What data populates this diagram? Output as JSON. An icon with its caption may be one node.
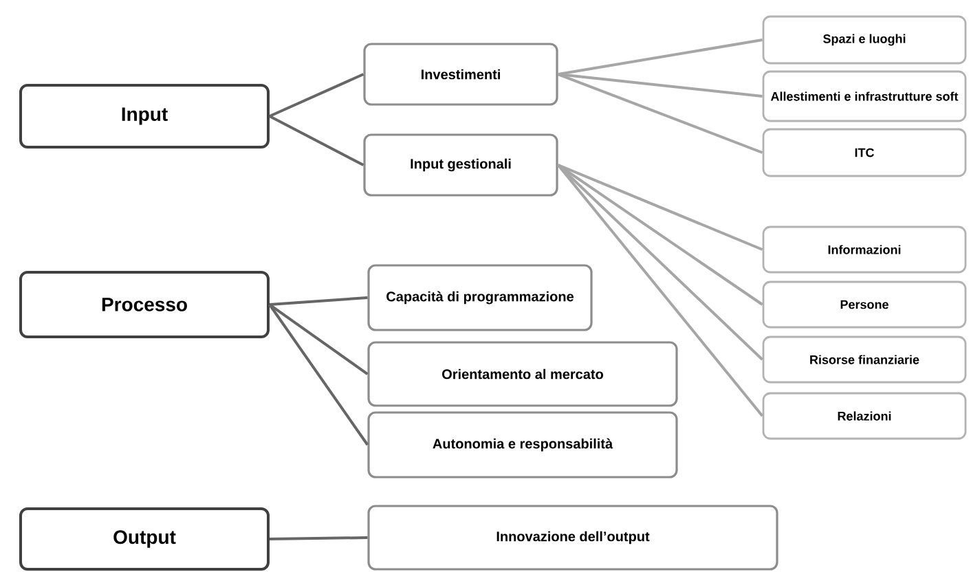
{
  "diagram": {
    "nodes": [
      {
        "text": [
          "Input"
        ]
      },
      {
        "text": [
          "Investimenti"
        ]
      },
      {
        "text": [
          "Input gestionali"
        ]
      },
      {
        "text": [
          "Spazi e luoghi"
        ]
      },
      {
        "text": [
          "Allestimenti e infrastrutture soft"
        ]
      },
      {
        "text": [
          "ITC"
        ]
      },
      {
        "text": [
          "Informazioni"
        ]
      },
      {
        "text": [
          "Persone"
        ]
      },
      {
        "text": [
          "Risorse finanziarie"
        ]
      },
      {
        "text": [
          "Relazioni"
        ]
      },
      {
        "text": [
          "Processo"
        ]
      },
      {
        "text": [
          "Capacità di programmazione"
        ]
      },
      {
        "text": [
          "Orientamento al mercato"
        ]
      },
      {
        "text": [
          "Autonomia e responsabilità"
        ]
      },
      {
        "text": [
          "Output"
        ]
      },
      {
        "text": [
          "Innovazione dell’output"
        ]
      }
    ],
    "edges": [
      {
        "from": 0,
        "to": 1,
        "arrow": "none",
        "color": "#666666"
      },
      {
        "from": 0,
        "to": 2,
        "arrow": "none",
        "color": "#666666"
      },
      {
        "from": 1,
        "to": 3,
        "arrow": "none"
      },
      {
        "from": 1,
        "to": 4,
        "arrow": "none"
      },
      {
        "from": 1,
        "to": 5,
        "arrow": "none"
      },
      {
        "from": 2,
        "to": 6,
        "arrow": "none"
      },
      {
        "from": 2,
        "to": 7,
        "arrow": "none"
      },
      {
        "from": 2,
        "to": 8,
        "arrow": "none"
      },
      {
        "from": 2,
        "to": 9,
        "arrow": "none"
      },
      {
        "from": 10,
        "to": 11,
        "arrow": "none",
        "color": "#666666"
      },
      {
        "from": 10,
        "to": 12,
        "arrow": "none",
        "color": "#666666"
      },
      {
        "from": 10,
        "to": 13,
        "arrow": "none",
        "color": "#666666"
      },
      {
        "from": 14,
        "to": 15,
        "arrow": "none",
        "color": "#666666"
      }
    ]
  }
}
